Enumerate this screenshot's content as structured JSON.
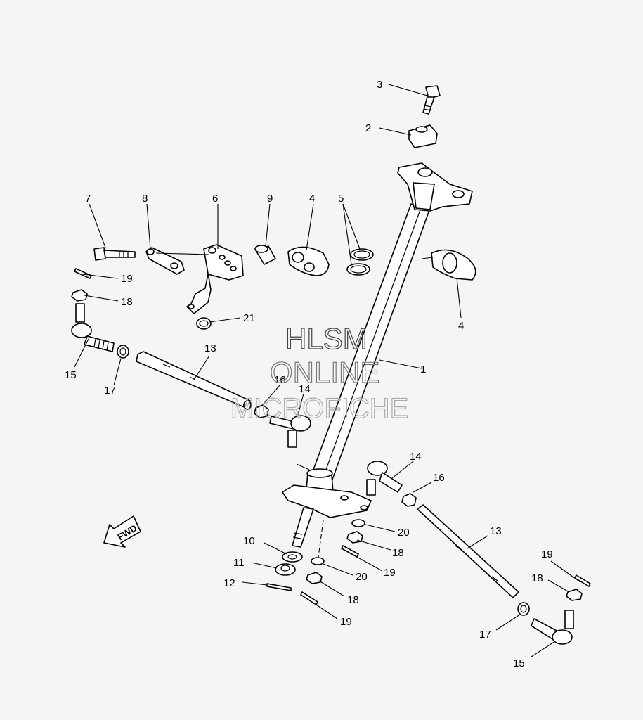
{
  "watermark": {
    "line1": "HLSM",
    "line2": "ONLINE",
    "line3": "MICROFICHE"
  },
  "fwd_label": "FWD",
  "callouts": [
    {
      "id": "c1",
      "label": "1"
    },
    {
      "id": "c2",
      "label": "2"
    },
    {
      "id": "c3",
      "label": "3"
    },
    {
      "id": "c4a",
      "label": "4"
    },
    {
      "id": "c4b",
      "label": "4"
    },
    {
      "id": "c5",
      "label": "5"
    },
    {
      "id": "c6",
      "label": "6"
    },
    {
      "id": "c7",
      "label": "7"
    },
    {
      "id": "c8",
      "label": "8"
    },
    {
      "id": "c9",
      "label": "9"
    },
    {
      "id": "c10",
      "label": "10"
    },
    {
      "id": "c11",
      "label": "11"
    },
    {
      "id": "c12",
      "label": "12"
    },
    {
      "id": "c13a",
      "label": "13"
    },
    {
      "id": "c13b",
      "label": "13"
    },
    {
      "id": "c14a",
      "label": "14"
    },
    {
      "id": "c14b",
      "label": "14"
    },
    {
      "id": "c15a",
      "label": "15"
    },
    {
      "id": "c15b",
      "label": "15"
    },
    {
      "id": "c16a",
      "label": "16"
    },
    {
      "id": "c16b",
      "label": "16"
    },
    {
      "id": "c17a",
      "label": "17"
    },
    {
      "id": "c17b",
      "label": "17"
    },
    {
      "id": "c18a",
      "label": "18"
    },
    {
      "id": "c18b",
      "label": "18"
    },
    {
      "id": "c18c",
      "label": "18"
    },
    {
      "id": "c18d",
      "label": "18"
    },
    {
      "id": "c19a",
      "label": "19"
    },
    {
      "id": "c19b",
      "label": "19"
    },
    {
      "id": "c19c",
      "label": "19"
    },
    {
      "id": "c19d",
      "label": "19"
    },
    {
      "id": "c20a",
      "label": "20"
    },
    {
      "id": "c20b",
      "label": "20"
    },
    {
      "id": "c21",
      "label": "21"
    }
  ]
}
